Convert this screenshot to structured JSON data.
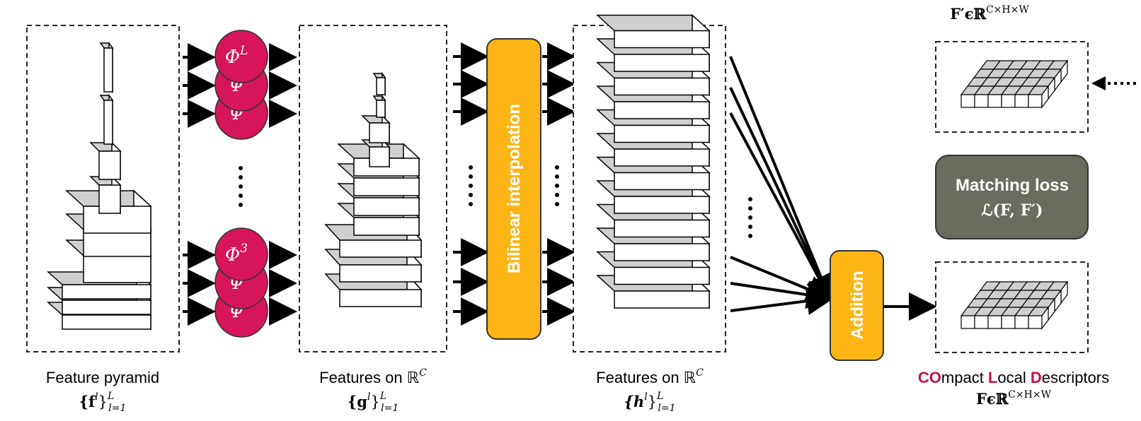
{
  "labels": {
    "pyramid_title": "Feature pyramid",
    "pyramid_math_base": "{f",
    "pyramid_math_sup": "l",
    "pyramid_math_close": "}",
    "pyramid_math_range_sup": "L",
    "pyramid_math_range_sub": "l=1",
    "g_title": "Features on ℝ",
    "g_title_sup": "C",
    "g_math_base": "{g",
    "g_math_sup": "l",
    "g_math_close": "}",
    "g_math_range_sup": "L",
    "g_math_range_sub": "l=1",
    "h_title": "Features on ℝ",
    "h_title_sup": "C",
    "h_math_base": "{h",
    "h_math_sup": "l",
    "h_math_close": "}",
    "h_math_range_sup": "L",
    "h_math_range_sub": "l=1",
    "interp": "Bilinear interpolation",
    "addition": "Addition",
    "loss_title": "Matching loss",
    "loss_math": "ℒ(F, F′)",
    "fprime_top": "F′ϵℝ",
    "fprime_top_sup": "C×H×W",
    "cold_c": "CO",
    "cold_rest1": "mpact ",
    "cold_l": "L",
    "cold_rest2": "ocal ",
    "cold_d": "D",
    "cold_rest3": "escriptors",
    "f_bottom": "Fϵℝ",
    "f_bottom_sup": "C×H×W",
    "phi_top": "Φ",
    "phi_top_sup": "L",
    "phi_bottom": "Φ",
    "phi_bottom_sup": "3",
    "phi_hidden_1": "Ψ",
    "phi_hidden_2": "Ψ"
  },
  "colors": {
    "phi_circle": "#d6155a",
    "orange_block": "#fdb515",
    "loss_box": "#6b6b60",
    "cold_highlight": "#c8104f",
    "gray_top": "#cfcfcf"
  }
}
